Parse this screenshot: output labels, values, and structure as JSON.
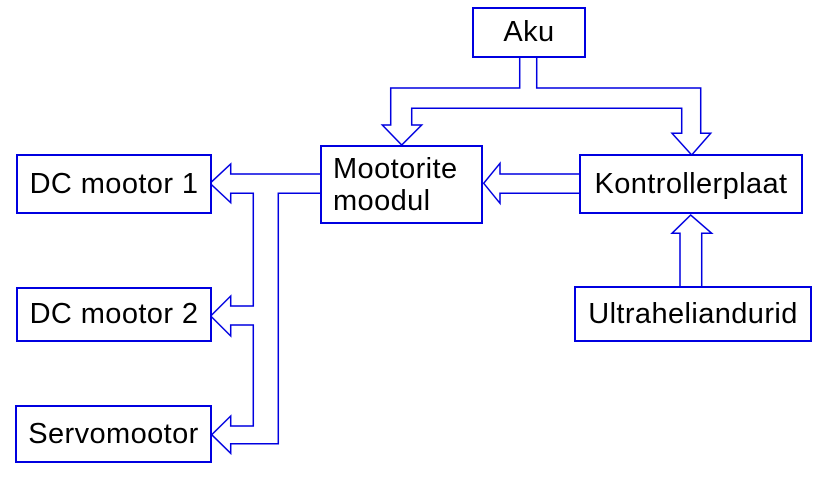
{
  "diagram": {
    "colors": {
      "line": "#0000e0",
      "node_border": "#0000e0",
      "node_fill": "#ffffff",
      "text": "#000000",
      "background": "#ffffff"
    },
    "nodes": {
      "aku": {
        "label": "Aku"
      },
      "mootorite_moodul": {
        "lines": [
          "Mootorite",
          "moodul"
        ]
      },
      "kontrollerplaat": {
        "label": "Kontrollerplaat"
      },
      "ultraheliandurid": {
        "label": "Ultraheliandurid"
      },
      "dc_mootor_1": {
        "label": "DC mootor 1"
      },
      "dc_mootor_2": {
        "label": "DC mootor 2"
      },
      "servomootor": {
        "label": "Servomootor"
      }
    },
    "edges": [
      {
        "from": "aku",
        "to": "mootorite_moodul",
        "arrow": "hollow-block"
      },
      {
        "from": "aku",
        "to": "kontrollerplaat",
        "arrow": "hollow-block"
      },
      {
        "from": "kontrollerplaat",
        "to": "mootorite_moodul",
        "arrow": "hollow-block"
      },
      {
        "from": "mootorite_moodul",
        "to": "dc_mootor_1",
        "arrow": "hollow-block"
      },
      {
        "from": "mootorite_moodul",
        "to": "dc_mootor_2",
        "arrow": "hollow-block"
      },
      {
        "from": "mootorite_moodul",
        "to": "servomootor",
        "arrow": "hollow-block"
      },
      {
        "from": "ultraheliandurid",
        "to": "kontrollerplaat",
        "arrow": "hollow-block"
      }
    ]
  }
}
